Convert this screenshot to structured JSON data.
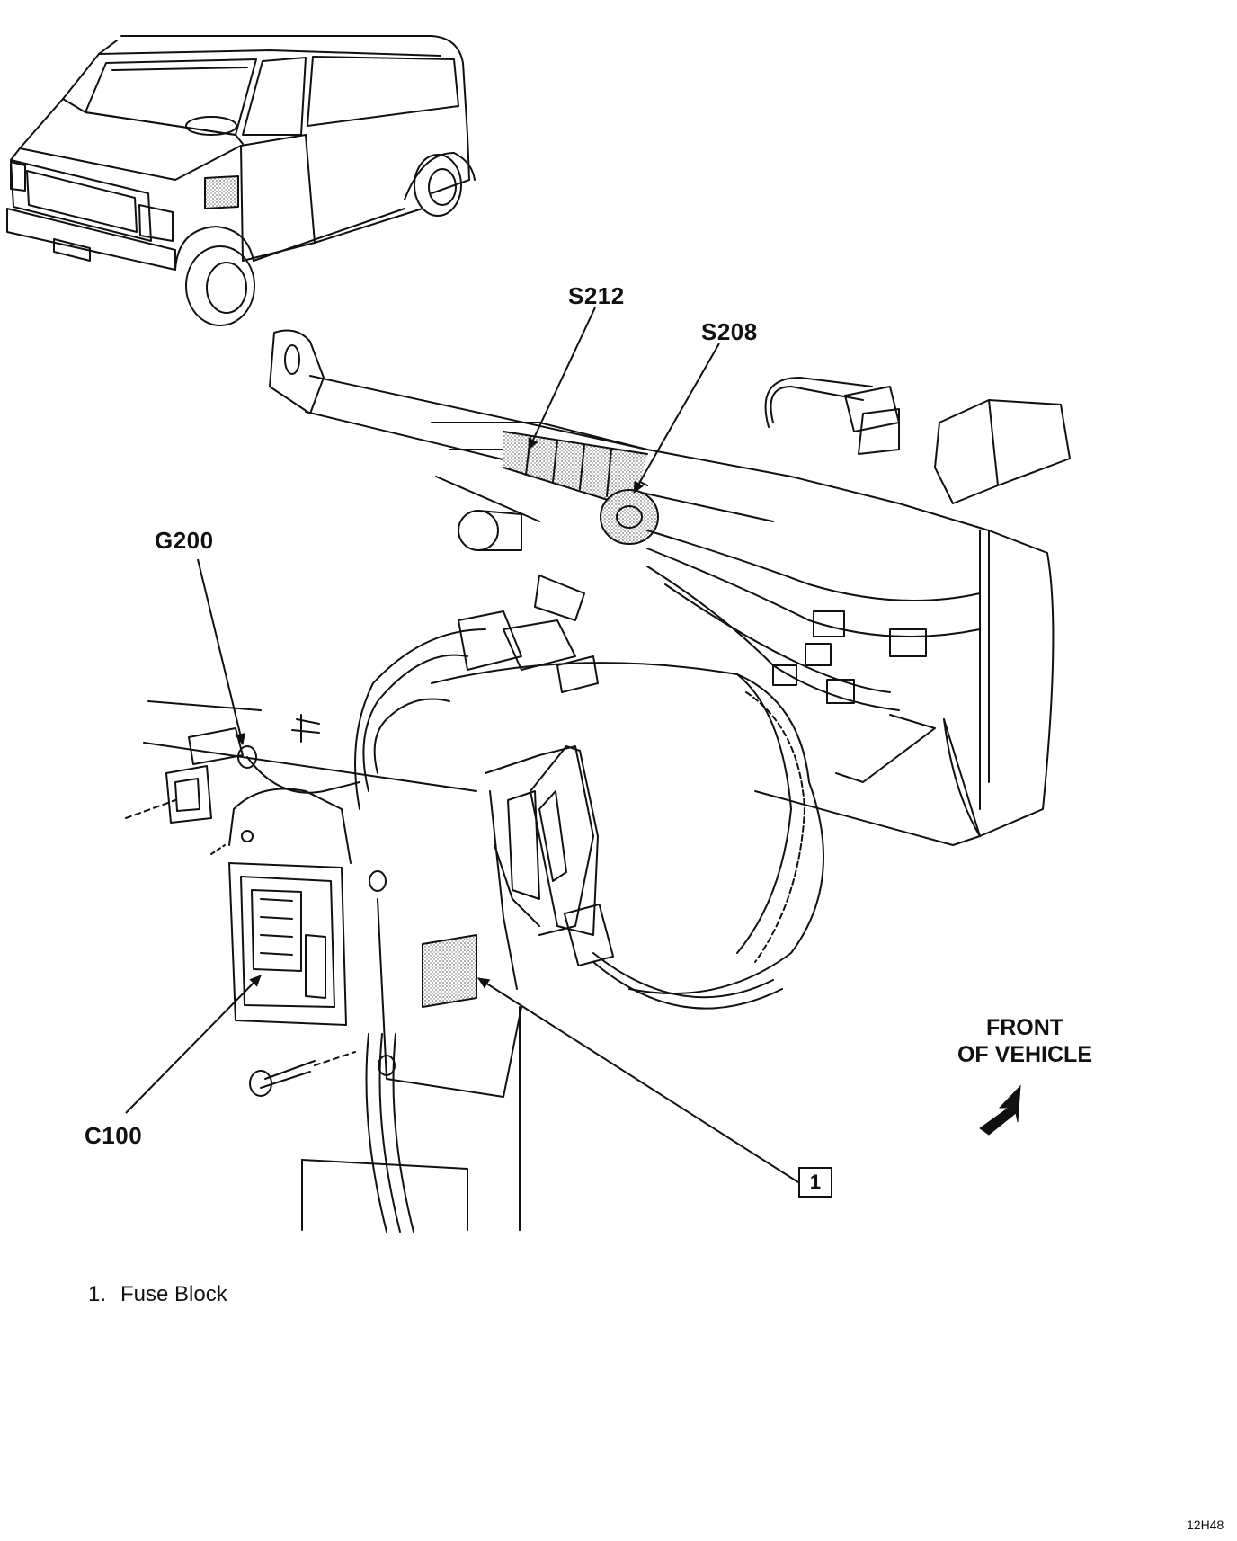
{
  "callouts": {
    "s212": "S212",
    "s208": "S208",
    "g200": "G200",
    "c100": "C100"
  },
  "front_label": {
    "line1": "FRONT",
    "line2": "OF VEHICLE"
  },
  "reference_box": "1",
  "legend": {
    "items": [
      {
        "number": "1.",
        "label": "Fuse Block"
      }
    ]
  },
  "figure_code": "12H48",
  "colors": {
    "ink": "#111111",
    "shading": "#bdbdbd",
    "paper": "#ffffff"
  }
}
